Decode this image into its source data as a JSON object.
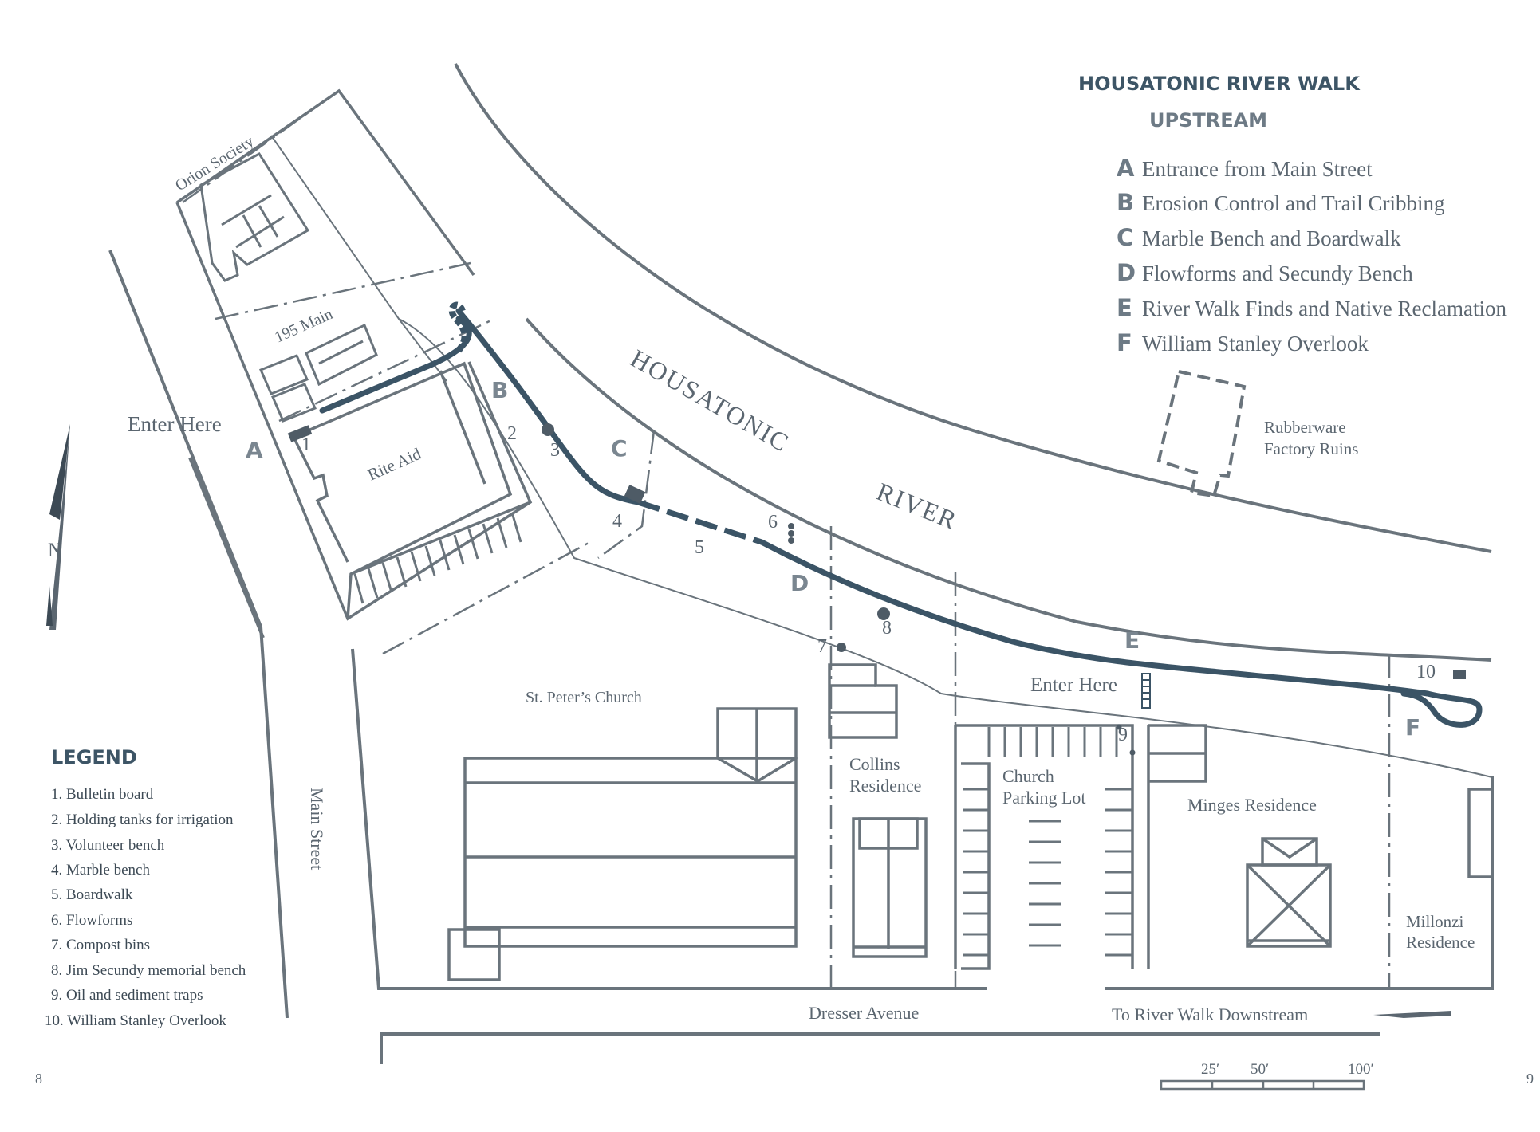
{
  "title": "HOUSATONIC RIVER WALK",
  "subtitle": "UPSTREAM",
  "colors": {
    "trail": "#3b5466",
    "line": "#6a747c",
    "text": "#5b6670",
    "heading": "#3d5566"
  },
  "stops": [
    {
      "letter": "A",
      "label": "Entrance from Main Street"
    },
    {
      "letter": "B",
      "label": "Erosion Control and Trail Cribbing"
    },
    {
      "letter": "C",
      "label": "Marble Bench and Boardwalk"
    },
    {
      "letter": "D",
      "label": "Flowforms and Secundy Bench"
    },
    {
      "letter": "E",
      "label": "River Walk Finds and Native Reclamation"
    },
    {
      "letter": "F",
      "label": "William Stanley Overlook"
    }
  ],
  "legend": {
    "title": "LEGEND",
    "items": [
      "1. Bulletin board",
      "2. Holding tanks for irrigation",
      "3. Volunteer bench",
      "4. Marble bench",
      "5. Boardwalk",
      "6. Flowforms",
      "7. Compost bins",
      "8. Jim Secundy memorial bench",
      "9. Oil and sediment traps",
      "10. William Stanley Overlook"
    ]
  },
  "map_labels": {
    "river_1": "HOUSATONIC",
    "river_2": "RIVER",
    "enter_here_main": "Enter Here",
    "enter_here_dresser": "Enter Here",
    "orion": "Orion Society",
    "main195": "195 Main",
    "rite_aid": "Rite Aid",
    "st_peters": "St. Peter’s Church",
    "collins_1": "Collins",
    "collins_2": "Residence",
    "church_lot_1": "Church",
    "church_lot_2": "Parking Lot",
    "minges": "Minges Residence",
    "millonzi_1": "Millonzi",
    "millonzi_2": "Residence",
    "rubberware_1": "Rubberware",
    "rubberware_2": "Factory Ruins",
    "main_street": "Main Street",
    "dresser": "Dresser Avenue",
    "downstream": "To River Walk Downstream",
    "north": "N"
  },
  "map_numbers": [
    "1",
    "2",
    "3",
    "4",
    "5",
    "6",
    "7",
    "8",
    "9",
    "10"
  ],
  "scale": {
    "labels": [
      "25′",
      "50′",
      "100′"
    ]
  },
  "page_numbers": {
    "left": "8",
    "right": "9"
  }
}
